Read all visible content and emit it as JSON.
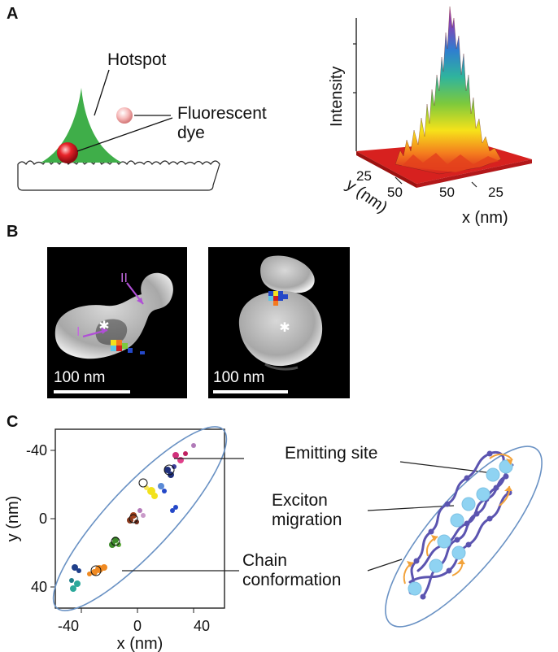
{
  "panels": {
    "a": "A",
    "b": "B",
    "c": "C"
  },
  "panel_a": {
    "hotspot_label": "Hotspot",
    "dye_label_line1": "Fluorescent",
    "dye_label_line2": "dye",
    "plot3d": {
      "zlabel": "Intensity",
      "ylabel": "y (nm)",
      "xlabel": "x (nm)",
      "y_ticks": [
        "25",
        "50"
      ],
      "x_ticks": [
        "50",
        "25"
      ]
    }
  },
  "panel_b": {
    "scale_left": "100 nm",
    "scale_right": "100 nm",
    "marker_i": "I",
    "marker_ii": "II"
  },
  "panel_c": {
    "emitting_site": "Emitting site",
    "exciton_line1": "Exciton",
    "exciton_line2": "migration",
    "chain_line1": "Chain",
    "chain_line2": "conformation",
    "xlabel": "x (nm)",
    "ylabel": "y (nm)",
    "x_ticks": [
      "-40",
      "0",
      "40"
    ],
    "y_ticks": [
      "-40",
      "0",
      "40"
    ]
  },
  "colors": {
    "hotspot_green": "#3fae49",
    "ellipse_blue": "#6a92c4",
    "chain_purple": "#5b54b0",
    "site_cyan": "#8fd3f2",
    "arrow_orange": "#f2a23a",
    "arrow_magenta": "#b04fd6"
  }
}
